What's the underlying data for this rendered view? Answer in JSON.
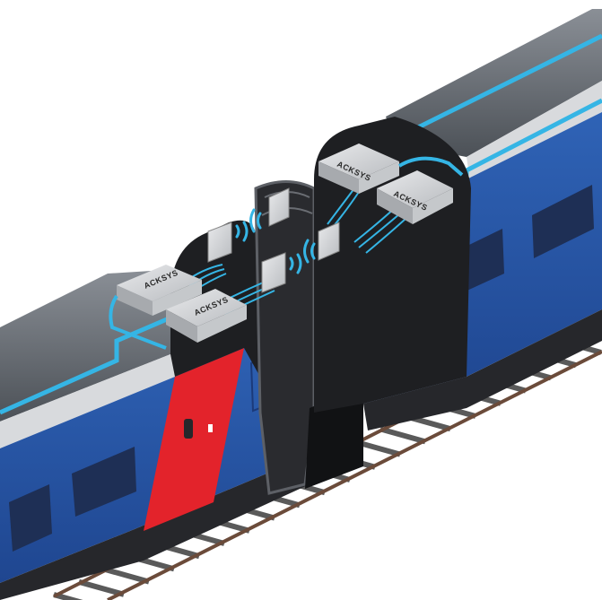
{
  "illustration": {
    "units": [
      {
        "brand": "ACKSYS"
      },
      {
        "brand": "ACKSYS"
      },
      {
        "brand": "ACKSYS"
      },
      {
        "brand": "ACKSYS"
      }
    ],
    "colors": {
      "body_blue": "#2857a6",
      "body_blue_dark": "#1d3f80",
      "roof_grey": "#5b6067",
      "roof_light": "#c9ccd0",
      "cable_cyan": "#35b5e5",
      "accent_red": "#e3232b",
      "interior": "#1e1f22",
      "rail": "#6b4b3a",
      "sleeper": "#5a5a5a"
    },
    "icons": [
      "wireless-signal-icon",
      "antenna-panel-icon",
      "network-switch-icon"
    ]
  }
}
